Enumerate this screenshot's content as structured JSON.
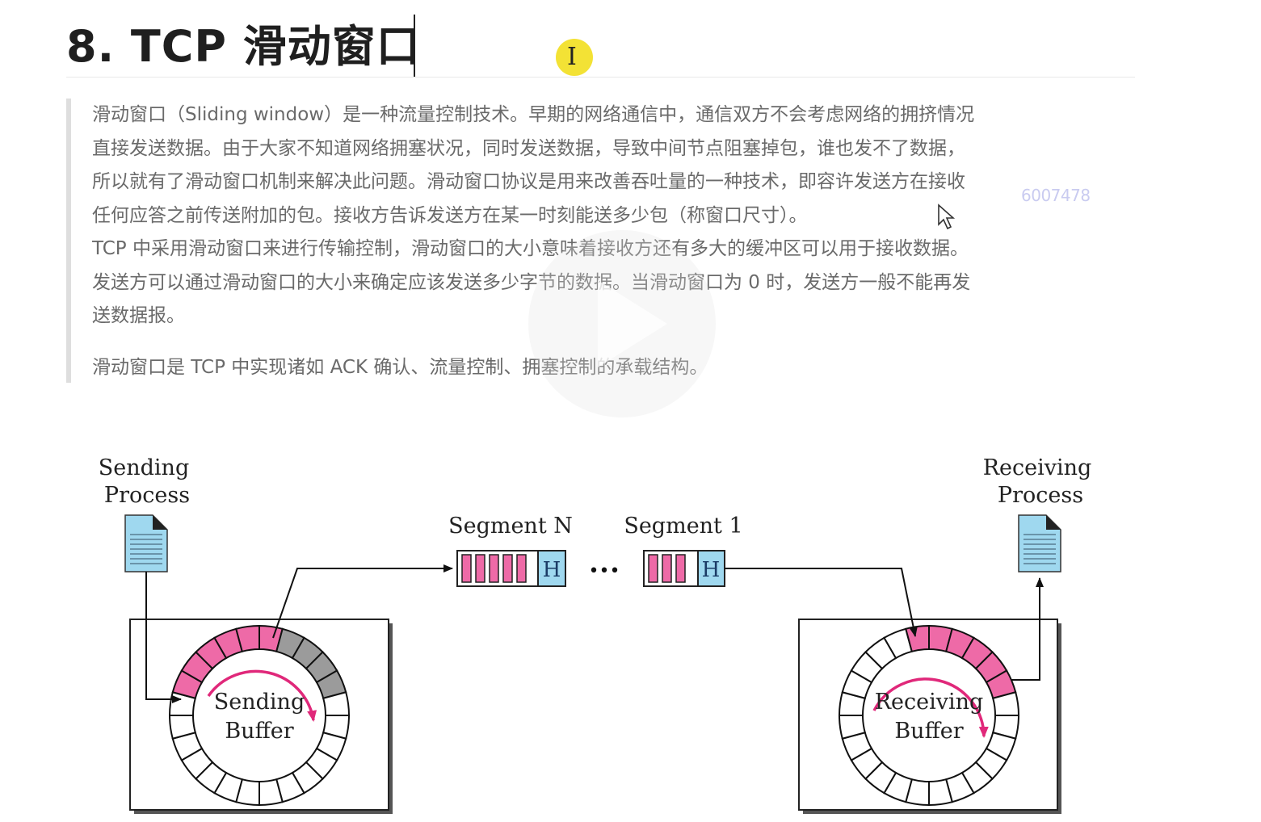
{
  "heading": {
    "title": "8. TCP 滑动窗口"
  },
  "paragraphs": [
    "滑动窗口（Sliding window）是一种流量控制技术。早期的网络通信中，通信双方不会考虑网络的拥挤情况",
    "直接发送数据。由于大家不知道网络拥塞状况，同时发送数据，导致中间节点阻塞掉包，谁也发不了数据，",
    "所以就有了滑动窗口机制来解决此问题。滑动窗口协议是用来改善吞吐量的一种技术，即容许发送方在接收",
    "任何应答之前传送附加的包。接收方告诉发送方在某一时刻能送多少包（称窗口尺寸）。",
    "TCP 中采用滑动窗口来进行传输控制，滑动窗口的大小意味着接收方还有多大的缓冲区可以用于接收数据。",
    "发送方可以通过滑动窗口的大小来确定应该发送多少字节的数据。当滑动窗口为 0 时，发送方一般不能再发",
    "送数据报。",
    "滑动窗口是 TCP 中实现诸如 ACK 确认、流量控制、拥塞控制的承载结构。"
  ],
  "watermark": "6007478",
  "diagram": {
    "sending_process": [
      "Sending",
      "Process"
    ],
    "receiving_process": [
      "Receiving",
      "Process"
    ],
    "segment_n": "Segment N",
    "segment_1": "Segment 1",
    "header": "H",
    "ellipsis": "•••",
    "sending_buffer": [
      "Sending",
      "Buffer"
    ],
    "receiving_buffer": [
      "Receiving",
      "Buffer"
    ],
    "colors": {
      "pink": "#ee6aa7",
      "gray": "#9b9b9b",
      "doc_blue": "#9fd8ef",
      "header_blue": "#9fd8ef",
      "arrow_magenta": "#e0287a"
    }
  }
}
